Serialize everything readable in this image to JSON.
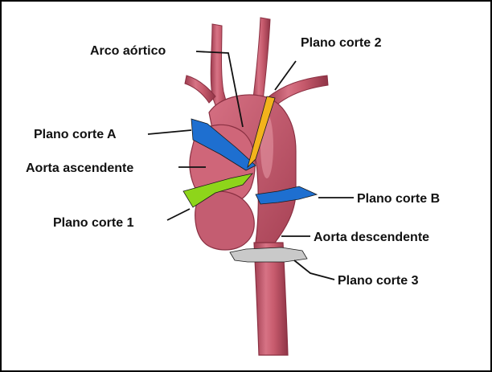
{
  "labels": {
    "arco_aortico": "Arco aórtico",
    "plano_corte_2": "Plano corte 2",
    "plano_corte_a": "Plano corte A",
    "aorta_ascendente": "Aorta ascendente",
    "plano_corte_b": "Plano corte B",
    "plano_corte_1": "Plano corte 1",
    "aorta_descendente": "Aorta descendente",
    "plano_corte_3": "Plano corte 3"
  },
  "colors": {
    "vessel": "#c65a6c",
    "vessel_dark": "#9e3c4f",
    "vessel_light": "#e291a0",
    "plane_a": "#1e6fd0",
    "plane_b": "#1e6fd0",
    "plane_1": "#8ed51a",
    "plane_2": "#f2b31c",
    "plane_3": "#c9c9c9",
    "leader": "#111111"
  }
}
